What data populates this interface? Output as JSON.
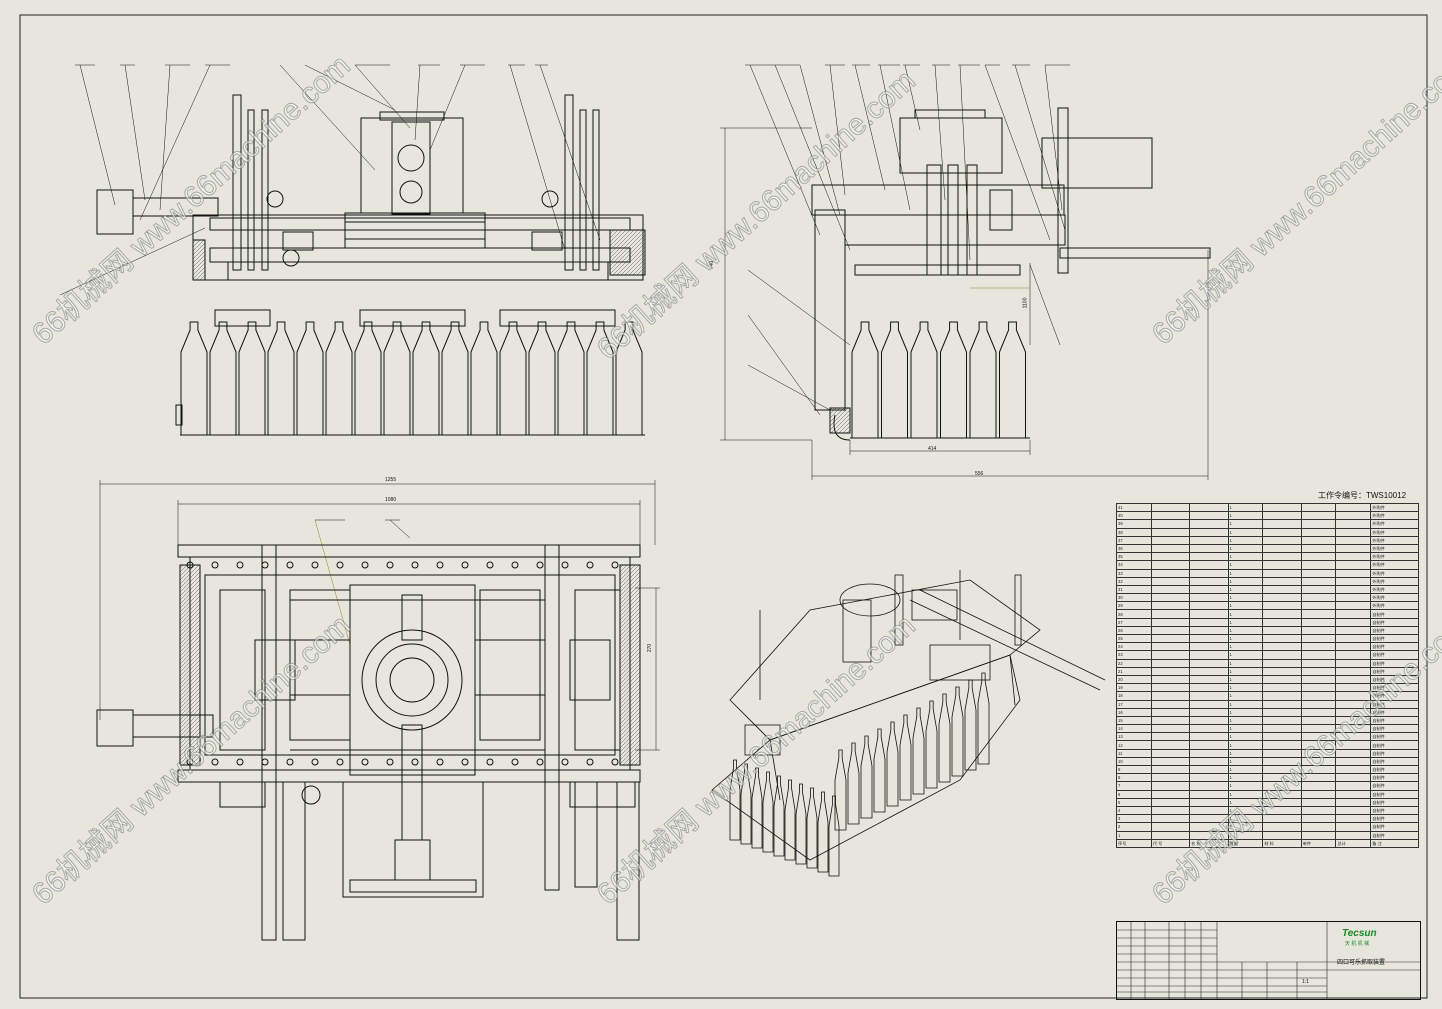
{
  "drawing": {
    "work_order": "工作令编号：TWS10012",
    "title": "四口可乐抓取装置",
    "company_logo": "Tecsun",
    "company_sub": "天 机 机 械"
  },
  "dimensions": {
    "front_height": "740",
    "side_width_small": "414",
    "side_width_big": "556",
    "side_tag": "1100",
    "plan_outer": "1255",
    "plan_inner": "1080",
    "plan_height": "270"
  },
  "bom": {
    "header": [
      "序号",
      "代 号",
      "名 称",
      "数量",
      "材 料",
      "单件",
      "总计",
      "备 注"
    ],
    "rows": [
      [
        "41",
        "",
        "",
        "1",
        "",
        "",
        "",
        "外购件"
      ],
      [
        "40",
        "",
        "",
        "1",
        "",
        "",
        "",
        "外购件"
      ],
      [
        "39",
        "",
        "",
        "1",
        "",
        "",
        "",
        "外购件"
      ],
      [
        "38",
        "",
        "",
        "1",
        "",
        "",
        "",
        "外购件"
      ],
      [
        "37",
        "",
        "",
        "1",
        "",
        "",
        "",
        "外购件"
      ],
      [
        "36",
        "",
        "",
        "1",
        "",
        "",
        "",
        "外购件"
      ],
      [
        "35",
        "",
        "",
        "1",
        "",
        "",
        "",
        "外购件"
      ],
      [
        "34",
        "",
        "",
        "1",
        "",
        "",
        "",
        "外购件"
      ],
      [
        "33",
        "",
        "",
        "1",
        "",
        "",
        "",
        "外购件"
      ],
      [
        "32",
        "",
        "",
        "1",
        "",
        "",
        "",
        "外购件"
      ],
      [
        "31",
        "",
        "",
        "1",
        "",
        "",
        "",
        "外购件"
      ],
      [
        "30",
        "",
        "",
        "1",
        "",
        "",
        "",
        "外购件"
      ],
      [
        "29",
        "",
        "",
        "1",
        "",
        "",
        "",
        "外购件"
      ],
      [
        "28",
        "",
        "",
        "1",
        "",
        "",
        "",
        "自制件"
      ],
      [
        "27",
        "",
        "",
        "1",
        "",
        "",
        "",
        "自制件"
      ],
      [
        "26",
        "",
        "",
        "1",
        "",
        "",
        "",
        "自制件"
      ],
      [
        "25",
        "",
        "",
        "1",
        "",
        "",
        "",
        "自制件"
      ],
      [
        "24",
        "",
        "",
        "1",
        "",
        "",
        "",
        "自制件"
      ],
      [
        "23",
        "",
        "",
        "1",
        "",
        "",
        "",
        "自制件"
      ],
      [
        "22",
        "",
        "",
        "1",
        "",
        "",
        "",
        "自制件"
      ],
      [
        "21",
        "",
        "",
        "1",
        "",
        "",
        "",
        "自制件"
      ],
      [
        "20",
        "",
        "",
        "1",
        "",
        "",
        "",
        "自制件"
      ],
      [
        "19",
        "",
        "",
        "1",
        "",
        "",
        "",
        "自制件"
      ],
      [
        "18",
        "",
        "",
        "1",
        "",
        "",
        "",
        "自制件"
      ],
      [
        "17",
        "",
        "",
        "1",
        "",
        "",
        "",
        "自制件"
      ],
      [
        "16",
        "",
        "",
        "1",
        "",
        "",
        "",
        "自制件"
      ],
      [
        "15",
        "",
        "",
        "1",
        "",
        "",
        "",
        "自制件"
      ],
      [
        "14",
        "",
        "",
        "1",
        "",
        "",
        "",
        "自制件"
      ],
      [
        "13",
        "",
        "",
        "1",
        "",
        "",
        "",
        "自制件"
      ],
      [
        "12",
        "",
        "",
        "1",
        "",
        "",
        "",
        "自制件"
      ],
      [
        "11",
        "",
        "",
        "1",
        "",
        "",
        "",
        "自制件"
      ],
      [
        "10",
        "",
        "",
        "1",
        "",
        "",
        "",
        "自制件"
      ],
      [
        "9",
        "",
        "",
        "1",
        "",
        "",
        "",
        "自制件"
      ],
      [
        "8",
        "",
        "",
        "1",
        "",
        "",
        "",
        "自制件"
      ],
      [
        "7",
        "",
        "",
        "1",
        "",
        "",
        "",
        "自制件"
      ],
      [
        "6",
        "",
        "",
        "1",
        "",
        "",
        "",
        "自制件"
      ],
      [
        "5",
        "",
        "",
        "1",
        "",
        "",
        "",
        "自制件"
      ],
      [
        "4",
        "",
        "",
        "1",
        "",
        "",
        "",
        "自制件"
      ],
      [
        "3",
        "",
        "",
        "1",
        "",
        "",
        "",
        "自制件"
      ],
      [
        "2",
        "",
        "",
        "1",
        "",
        "",
        "",
        "自制件"
      ],
      [
        "1",
        "",
        "",
        "1",
        "",
        "",
        "",
        "自制件"
      ]
    ]
  },
  "title_block": {
    "scale": "1:1"
  },
  "watermarks": [
    "66机械网 www.66machine.com"
  ]
}
